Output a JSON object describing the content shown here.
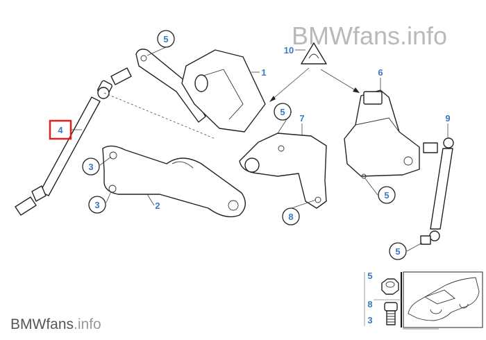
{
  "watermark": {
    "brand": "BMWfans",
    "suffix": ".info"
  },
  "callouts": {
    "c1": "1",
    "c2": "2",
    "c3a": "3",
    "c3b": "3",
    "c4": "4",
    "c5a": "5",
    "c5b": "5",
    "c5c": "5",
    "c5d": "5",
    "c6": "6",
    "c7": "7",
    "c8": "8",
    "c9": "9",
    "c10": "10"
  },
  "inset": {
    "labels": [
      "5",
      "8",
      "3"
    ]
  },
  "colors": {
    "callout": "#3a78c2",
    "highlight": "#e02020",
    "watermark": "#b9b9b9"
  }
}
